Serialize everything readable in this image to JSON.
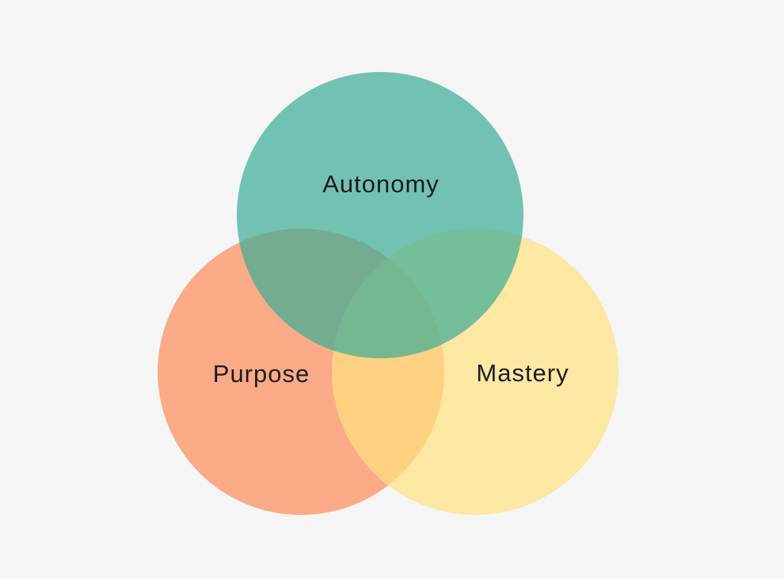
{
  "page": {
    "background_color": "#f5f5f5",
    "text_color": "#1c1c1c"
  },
  "diagram": {
    "type": "venn",
    "circle_opacity": "0.7",
    "circles": [
      {
        "id": "autonomy",
        "label": "Autonomy",
        "color": "#3bac95",
        "rendered_solid_color": "#72c2b1",
        "position": "top"
      },
      {
        "id": "purpose",
        "label": "Purpose",
        "color": "#fe8a59",
        "rendered_solid_color": "#fbaa88",
        "position": "bottom-left"
      },
      {
        "id": "mastery",
        "label": "Mastery",
        "color": "#ffe180",
        "rendered_solid_color": "#fce7a3",
        "position": "bottom-right"
      }
    ],
    "overlap_colors": {
      "autonomy_purpose": "#74ab91",
      "autonomy_mastery": "#7abd99",
      "purpose_mastery": "#fdd084",
      "center": "#75b592"
    }
  }
}
